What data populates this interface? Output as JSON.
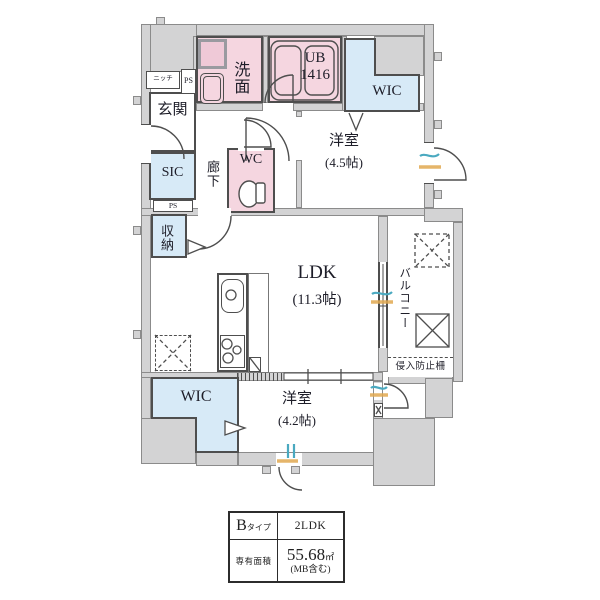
{
  "plan": {
    "labels": {
      "niche": "ニッチ",
      "ps_upper": "PS",
      "entrance": "玄関",
      "sic": "SIC",
      "ps_lower": "PS",
      "hallway": "廊下",
      "washroom": "洗面",
      "unit_bath": "UB",
      "unit_bath_size": "1416",
      "wc": "WC",
      "wic_upper": "WIC",
      "bedroom1": "洋室",
      "bedroom1_size": "(4.5帖)",
      "storage": "収納",
      "ldk": "LDK",
      "ldk_size": "(11.3帖)",
      "balcony": "バルコニー",
      "fence": "侵入防止柵",
      "wic_lower": "WIC",
      "bedroom2": "洋室",
      "bedroom2_size": "(4.2帖)"
    },
    "colors": {
      "wall_fill": "#d3d3d4",
      "wall_line": "#4e4e4e",
      "wet_room_fill": "#f5d6e0",
      "closet_fill": "#d7eaf7",
      "window_mark_teal": "#4aa9c0",
      "window_mark_orange": "#e0a850"
    }
  },
  "spec_table": {
    "type_label_letter": "B",
    "type_label_suffix": "タイプ",
    "type_value": "2LDK",
    "area_label": "専有面積",
    "area_value": "55.68",
    "area_unit": "㎡",
    "area_note": "(MB含む)"
  }
}
